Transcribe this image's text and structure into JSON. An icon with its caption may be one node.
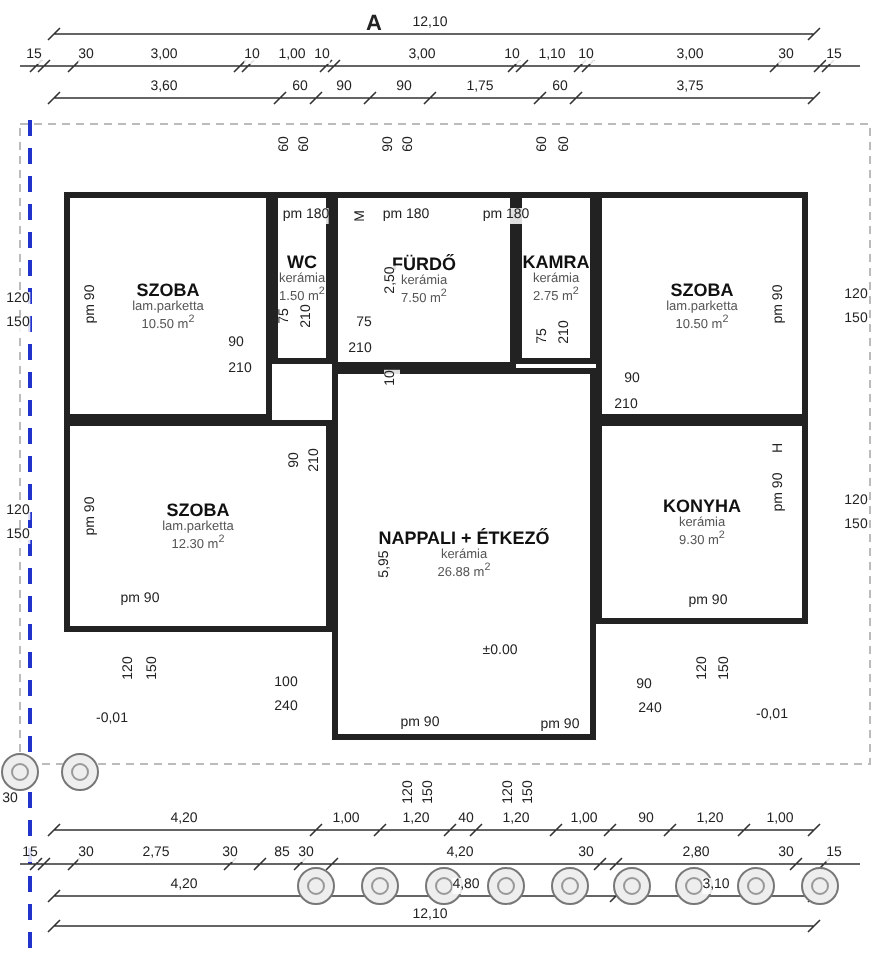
{
  "diagram": {
    "nodes": [
      {
        "text": [
          "SZOBA",
          "lam.parketta",
          "10.50 m$^{2}$"
        ]
      },
      {
        "text": [
          "WC",
          "kerámia",
          "1.50 m$^{2}$"
        ]
      },
      {
        "text": [
          "FÜRDŐ",
          "kerámia",
          "7.50 m$^{2}$"
        ]
      },
      {
        "text": [
          "KAMRA",
          "kerámia",
          "2.75 m$^{2}$"
        ]
      },
      {
        "text": [
          "SZOBA",
          "lam.parketta",
          "10.50 m$^{2}$"
        ]
      },
      {
        "text": [
          "SZOBA",
          "lam.parketta",
          "12.30 m$^{2}$"
        ]
      },
      {
        "text": [
          "NAPPALI + ÉTKEZŐ",
          "kerámia",
          "26.88 m$^{2}$"
        ]
      },
      {
        "text": [
          "KONYHA",
          "kerámia",
          "9.30 m$^{2}$"
        ]
      }
    ],
    "edges": [],
    "labels": [
      "A",
      "12,10",
      "15",
      "30",
      "3,00",
      "10",
      "1,00",
      "10",
      "3,00",
      "10",
      "1,10",
      "10",
      "3,00",
      "30",
      "15",
      "3,60",
      "60",
      "90",
      "90",
      "1,75",
      "60",
      "3,75",
      "60",
      "60",
      "90",
      "60",
      "60",
      "60",
      "pm 180",
      "M",
      "pm 180",
      "pm 180",
      "120",
      "150",
      "pm 90",
      "2,50",
      "75",
      "210",
      "90",
      "210",
      "75",
      "210",
      "10",
      "75",
      "210",
      "pm 90",
      "120",
      "150",
      "90",
      "210",
      "90",
      "210",
      "H",
      "120",
      "150",
      "pm 90",
      "5,95",
      "pm 90",
      "120",
      "150",
      "pm 90",
      "pm 90",
      "±0.00",
      "120",
      "150",
      "120",
      "150",
      "100",
      "90",
      "240",
      "240",
      "-0,01",
      "-0,01",
      "pm 90",
      "pm 90",
      "30",
      "120",
      "150",
      "120",
      "150",
      "4,20",
      "1,00",
      "1,20",
      "40",
      "1,20",
      "1,00",
      "90",
      "1,20",
      "1,00",
      "15",
      "30",
      "2,75",
      "30",
      "85",
      "30",
      "4,20",
      "30",
      "2,80",
      "30",
      "15",
      "4,20",
      "4,80",
      "3,10",
      "12,10"
    ]
  }
}
